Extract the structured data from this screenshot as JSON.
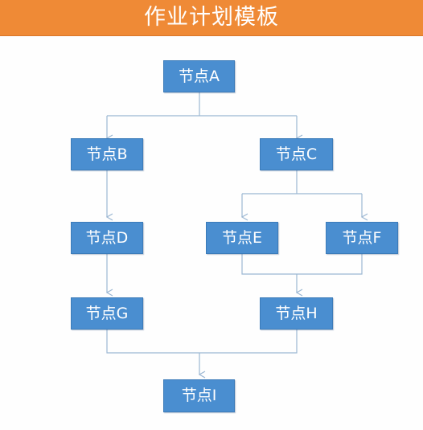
{
  "header": {
    "title": "作业计划模板",
    "color": "#ef8a36"
  },
  "diagram": {
    "node_color": "#4a8ed0",
    "edge_color": "#9cb7d3",
    "nodes": {
      "a": "节点A",
      "b": "节点B",
      "c": "节点C",
      "d": "节点D",
      "e": "节点E",
      "f": "节点F",
      "g": "节点G",
      "h": "节点H",
      "i": "节点I"
    }
  }
}
